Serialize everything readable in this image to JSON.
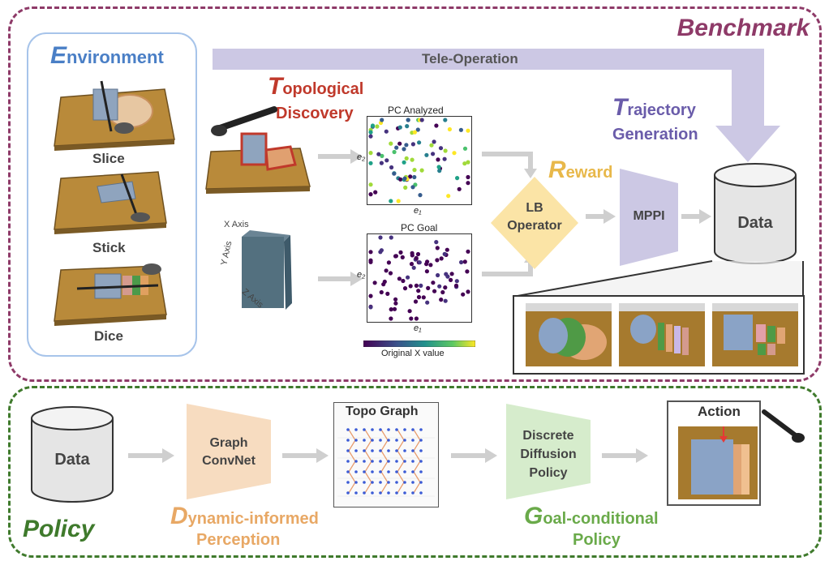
{
  "benchmark": {
    "title": "Benchmark",
    "teleop": "Tele-Operation",
    "environment": {
      "title_initial": "E",
      "title_rest": "nvironment",
      "items": [
        "Slice",
        "Stick",
        "Dice"
      ]
    },
    "topological": {
      "initial": "T",
      "line1_rest": "opological",
      "line2": "Discovery"
    },
    "plots": {
      "analyzed_title": "PC Analyzed",
      "goal_title": "PC Goal",
      "xlabel": "e₁",
      "ylabel": "e₂",
      "colorbar_label": "Original X value"
    },
    "axes": {
      "x": "X Axis",
      "y": "Y Axis",
      "z": "Z Axis"
    },
    "trajectory": {
      "initial": "T",
      "line1_rest": "rajectory",
      "line2": "Generation"
    },
    "reward": {
      "initial": "R",
      "rest": "eward"
    },
    "lb": {
      "line1": "LB",
      "line2": "Operator"
    },
    "mppi": "MPPI",
    "data": "Data"
  },
  "policy": {
    "title": "Policy",
    "data": "Data",
    "graph_convnet": {
      "line1": "Graph",
      "line2": "ConvNet"
    },
    "topo_graph": "Topo Graph",
    "diffusion": {
      "line1": "Discrete",
      "line2": "Diffusion",
      "line3": "Policy"
    },
    "action": "Action",
    "dynamic": {
      "initial": "D",
      "line1_rest": "ynamic-informed",
      "line2": "Perception"
    },
    "goal": {
      "initial": "G",
      "line1_rest": "oal-conditional",
      "line2": "Policy"
    }
  }
}
